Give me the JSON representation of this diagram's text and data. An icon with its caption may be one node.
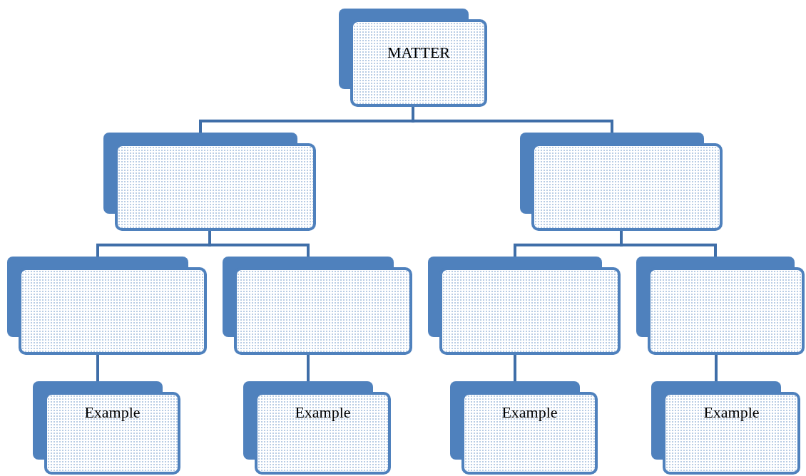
{
  "diagram": {
    "nodes": [
      {
        "text": [
          "MATTER"
        ]
      },
      {
        "text": [],
        "shape": "box"
      },
      {
        "text": [],
        "shape": "box"
      },
      {
        "text": [],
        "shape": "box"
      },
      {
        "text": [],
        "shape": "box"
      },
      {
        "text": [],
        "shape": "box"
      },
      {
        "text": [],
        "shape": "box"
      },
      {
        "text": [
          "Example"
        ]
      },
      {
        "text": [
          "Example"
        ]
      },
      {
        "text": [
          "Example"
        ]
      },
      {
        "text": [
          "Example"
        ]
      }
    ],
    "edges": [
      {
        "from": 0,
        "to": 1,
        "arrow": "none"
      },
      {
        "from": 0,
        "to": 2,
        "arrow": "none"
      },
      {
        "from": 1,
        "to": 3,
        "arrow": "none"
      },
      {
        "from": 1,
        "to": 4,
        "arrow": "none"
      },
      {
        "from": 2,
        "to": 5,
        "arrow": "none"
      },
      {
        "from": 2,
        "to": 6,
        "arrow": "none"
      },
      {
        "from": 3,
        "to": 7,
        "arrow": "none"
      },
      {
        "from": 4,
        "to": 8,
        "arrow": "none"
      },
      {
        "from": 5,
        "to": 9,
        "arrow": "none"
      },
      {
        "from": 6,
        "to": 10,
        "arrow": "none"
      }
    ]
  }
}
